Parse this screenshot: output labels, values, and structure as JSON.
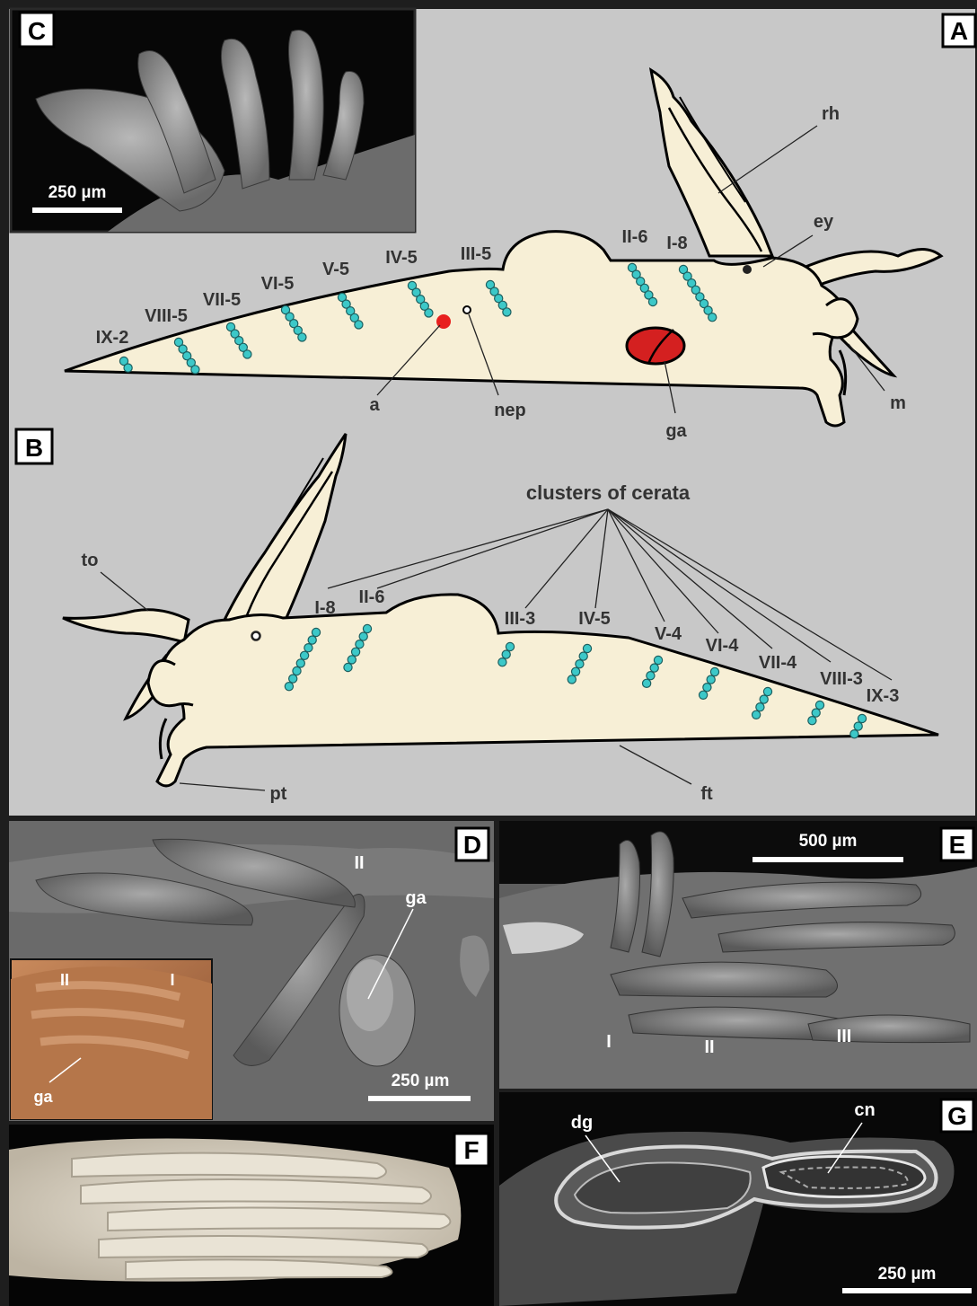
{
  "panels": {
    "A": "A",
    "B": "B",
    "C": "C",
    "D": "D",
    "E": "E",
    "F": "F",
    "G": "G"
  },
  "panel_a": {
    "clusters": [
      "IX-2",
      "VIII-5",
      "VII-5",
      "VI-5",
      "V-5",
      "IV-5",
      "III-5",
      "II-6",
      "I-8"
    ],
    "labels": {
      "rh": "rh",
      "ey": "ey",
      "m": "m",
      "a": "a",
      "nep": "nep",
      "ga": "ga"
    }
  },
  "panel_b": {
    "title": "clusters of cerata",
    "clusters": [
      "I-8",
      "II-6",
      "III-3",
      "IV-5",
      "V-4",
      "VI-4",
      "VII-4",
      "VIII-3",
      "IX-3"
    ],
    "labels": {
      "to": "to",
      "pt": "pt",
      "ft": "ft"
    }
  },
  "panel_c": {
    "scale": "250 µm"
  },
  "panel_d": {
    "labels": {
      "II": "II",
      "ga": "ga"
    },
    "scale": "250 µm",
    "inset": {
      "II": "II",
      "I": "I",
      "ga": "ga"
    }
  },
  "panel_e": {
    "scale": "500 µm",
    "labels": {
      "I": "I",
      "II": "II",
      "III": "III"
    }
  },
  "panel_g": {
    "labels": {
      "dg": "dg",
      "cn": "cn"
    },
    "scale": "250 µm"
  },
  "colors": {
    "background": "#c8c8c8",
    "body": "#f7efd6",
    "ceras_dot": "#3cc8c8",
    "anus": "#e8201e",
    "genital_aperture": "#d42020",
    "photo_dark": "#111111"
  }
}
